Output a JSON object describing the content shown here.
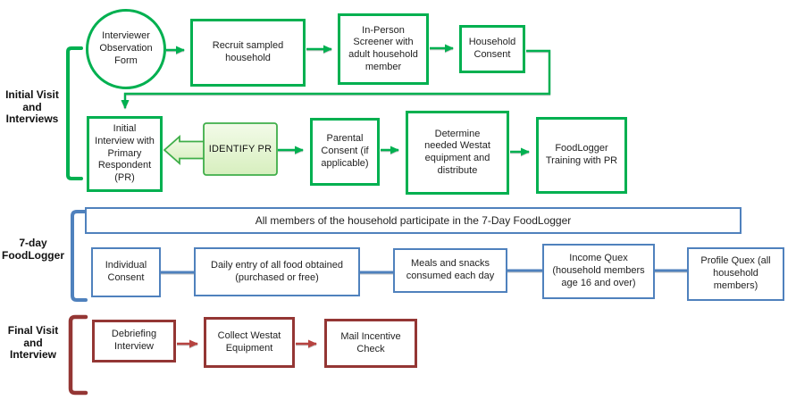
{
  "colors": {
    "green": "#00b050",
    "green_arrow_fill_top": "#f3fbe9",
    "green_arrow_fill_bottom": "#d7efbe",
    "blue": "#4f81bd",
    "dark_red": "#943634",
    "red_arrow": "#b64340",
    "ink": "#1f1f1f"
  },
  "sections": {
    "initial_visit": {
      "label": "Initial Visit\nand\nInterviews",
      "nodes": {
        "observation_form": "Interviewer Observation Form",
        "recruit": "Recruit sampled household",
        "screener": "In-Person Screener with adult household member",
        "household_consent": "Household Consent",
        "initial_interview": "Initial Interview with Primary Respondent (PR)",
        "identify_pr": "IDENTIFY PR",
        "parental_consent": "Parental Consent (if applicable)",
        "equipment": "Determine needed Westat equipment and distribute",
        "training": "FoodLogger Training with PR"
      }
    },
    "foodlogger": {
      "label": "7-day\nFoodLogger",
      "banner": "All members of the household participate in the 7-Day FoodLogger",
      "nodes": {
        "individual_consent": "Individual Consent",
        "daily_entry": "Daily entry of all food obtained (purchased or free)",
        "meals": "Meals and snacks consumed each day",
        "income_quex": "Income Quex (household members age 16 and over)",
        "profile_quex": "Profile Quex (all household members)"
      }
    },
    "final_visit": {
      "label": "Final Visit\nand\nInterview",
      "nodes": {
        "debriefing": "Debriefing Interview",
        "collect": "Collect Westat Equipment",
        "mail": "Mail Incentive Check"
      }
    }
  }
}
